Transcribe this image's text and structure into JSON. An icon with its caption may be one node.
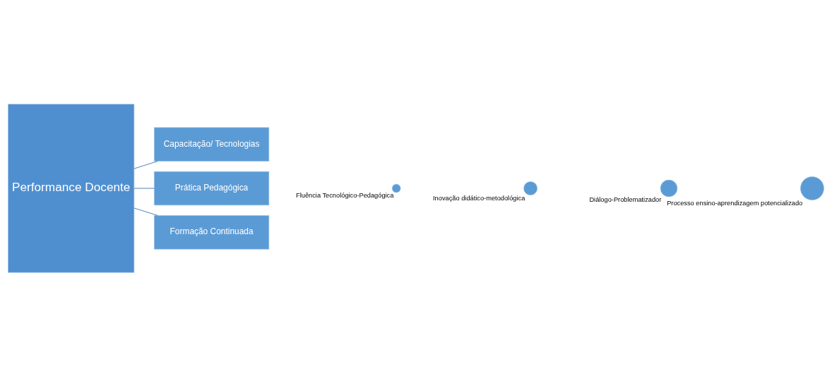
{
  "diagram": {
    "nodes": [
      {
        "text": [
          "Performance Docente"
        ]
      },
      {
        "text": [
          "Capacitação/ Tecnologias"
        ]
      },
      {
        "text": [
          "Prática Pedagógica"
        ]
      },
      {
        "text": [
          "Formação Continuada"
        ]
      },
      {
        "text": [],
        "shape": "circle",
        "beside": [
          "Fluência Tecnológico-Pedagógica"
        ]
      },
      {
        "text": [],
        "shape": "circle",
        "beside": [
          "Inovação didático-metodológica"
        ]
      },
      {
        "text": [],
        "shape": "circle",
        "beside": [
          "Diálogo-Problematizador"
        ]
      },
      {
        "text": [],
        "shape": "circle",
        "beside": [
          "Processo ensino-aprendizagem potencializado"
        ]
      }
    ],
    "edges": [
      {
        "from": 0,
        "to": 1,
        "arrow": "none"
      },
      {
        "from": 0,
        "to": 2,
        "arrow": "none"
      },
      {
        "from": 0,
        "to": 3,
        "arrow": "none"
      }
    ]
  }
}
